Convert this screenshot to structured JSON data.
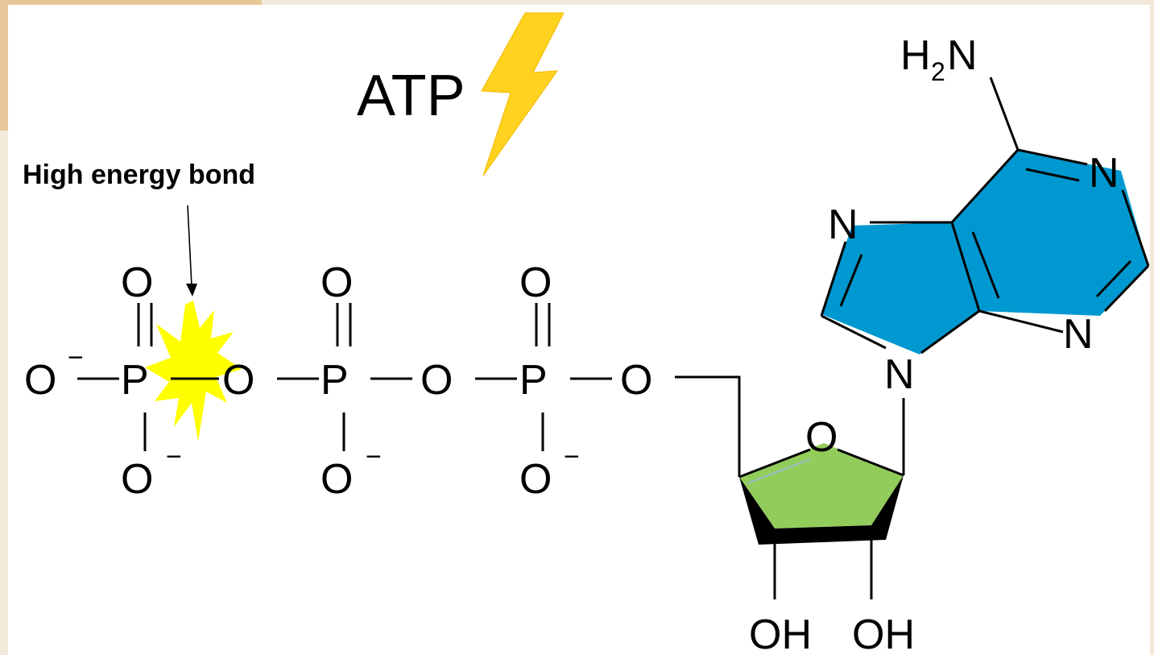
{
  "title": "ATP",
  "annotation": "High energy bond",
  "atoms": {
    "oxygen": "O",
    "phosphorus": "P",
    "nitrogen": "N",
    "charge": "−",
    "amine_h": "H",
    "amine_sub": "2",
    "amine_n": "N",
    "hydroxyl": "OH"
  },
  "colors": {
    "background": "#f3e9da",
    "canvas": "#ffffff",
    "frame_accent": "#e6c799",
    "adenine_fill": "#0098d0",
    "ribose_fill": "#92cd5b",
    "burst": "#ffff00",
    "lightning": "#ffd21f",
    "ink": "#000000"
  },
  "icons": [
    "lightning-bolt-icon",
    "energy-burst-icon",
    "arrow-down-icon"
  ]
}
